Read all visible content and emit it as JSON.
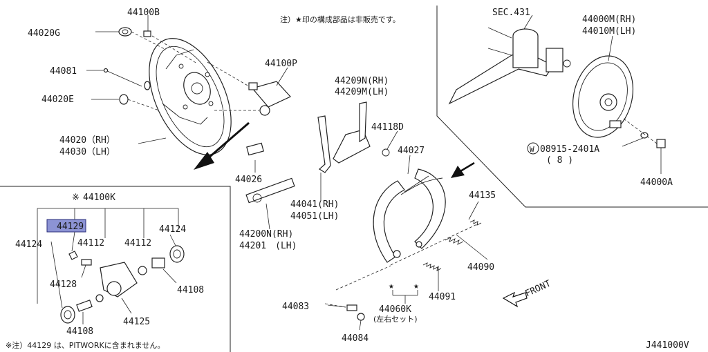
{
  "note_top": "注）★印の構成部品は非販売です。",
  "note_bottom": "※注）44129 は、PITWORKに含まれません。",
  "diagram_id": "J441000V",
  "front_label": "FRONT",
  "labels": {
    "p44100B": "44100B",
    "p44020G": "44020G",
    "p44081": "44081",
    "p44020E": "44020E",
    "p44020RH": "44020（RH）",
    "p44030LH": "44030（LH）",
    "p44100P": "44100P",
    "p44209N": "44209N(RH)",
    "p44209M": "44209M(LH)",
    "p44118D": "44118D",
    "p44027": "44027",
    "p44026": "44026",
    "p44041": "44041(RH)",
    "p44051": "44051(LH)",
    "p44200N": "44200N(RH)",
    "p44201": "44201　(LH)",
    "p44135": "44135",
    "p44090": "44090",
    "p44091": "44091",
    "p44083": "44083",
    "p44060K": "44060K",
    "p44060K_sub": "(左右セット)",
    "p44084": "44084",
    "sec431": "SEC.431",
    "p44000M": "44000M(RH)",
    "p44010M": "44010M(LH)",
    "p08915_part": "08915-2401A",
    "p08915_prefix": "W",
    "p08915_qty": "( 8 )",
    "p44000A": "44000A",
    "kit_mark": "※",
    "kit": "44100K",
    "p44129": "44129",
    "p44124a": "44124",
    "p44124b": "44124",
    "p44112a": "44112",
    "p44112b": "44112",
    "p44128": "44128",
    "p44108a": "44108",
    "p44108b": "44108",
    "p44125": "44125",
    "star": "★"
  },
  "icons": {
    "arrow_main": "direction-arrow-icon",
    "arrow_front": "front-direction-arrow-icon"
  }
}
